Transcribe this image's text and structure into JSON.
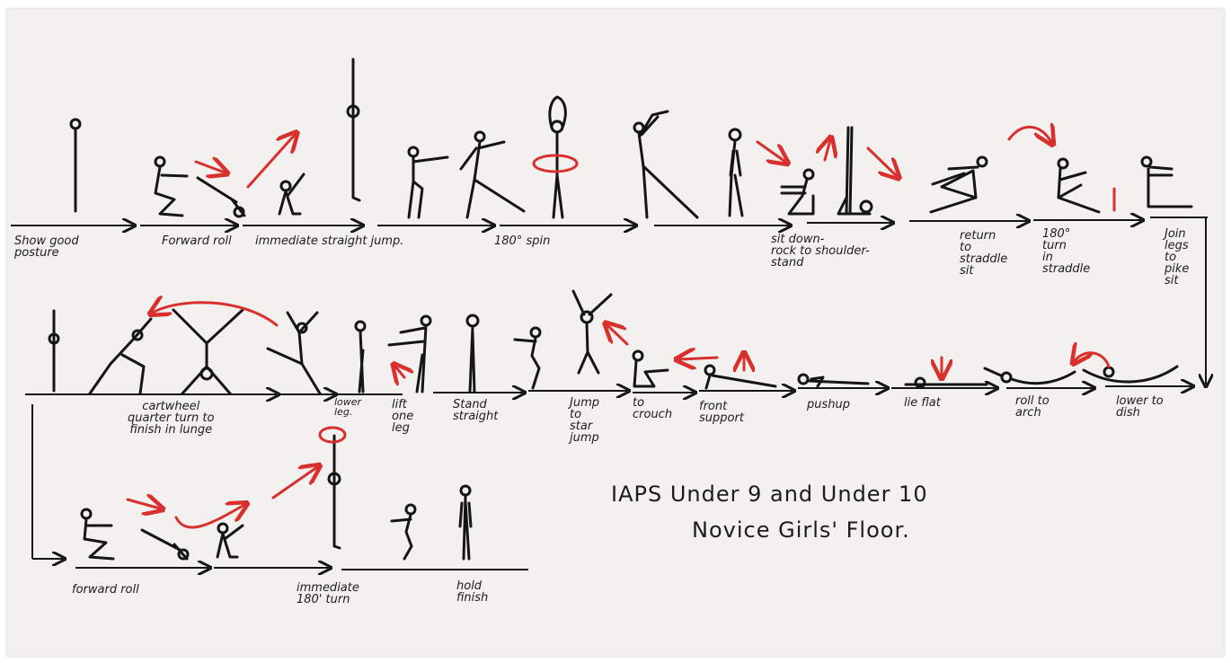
{
  "title": {
    "line1": "IAPS Under 9 and Under 10",
    "line2": "Novice Girls' Floor."
  },
  "labels": [
    "Show good\nposture",
    "Forward roll",
    "immediate straight jump.",
    "180° spin",
    "sit down-\nrock to shoulder-\nstand",
    "return\nto\nstraddle\nsit",
    "180°\nturn\nin\nstraddle",
    "Join\nlegs\nto\npike\nsit",
    "cartwheel\nquarter turn to\nfinish in lunge",
    "lower\nleg.",
    "lift\none\nleg",
    "Stand\nstraight",
    "Jump\nto\nstar\njump",
    "to\ncrouch",
    "front\nsupport",
    "pushup",
    "lie flat",
    "roll to\narch",
    "lower to\ndish",
    "forward roll",
    "immediate\n180' turn",
    "hold\nfinish"
  ],
  "colors": {
    "ink": "#151515",
    "arrow": "#d9302e",
    "paper": "#f3f1ef"
  }
}
